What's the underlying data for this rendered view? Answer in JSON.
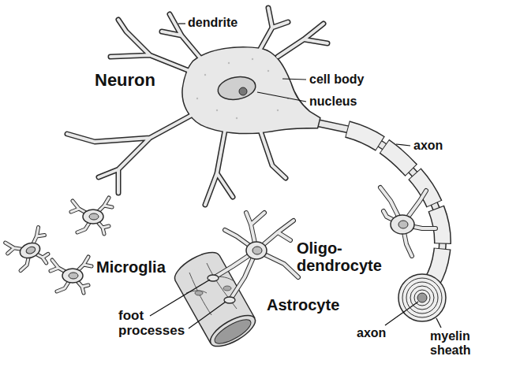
{
  "diagram": {
    "labels": [
      "dendrite",
      "Neuron",
      "cell body",
      "nucleus",
      "axon",
      "Oligo- dendrocyte",
      "Microglia",
      "foot processes",
      "Astrocyte",
      "axon",
      "myelin sheath"
    ]
  }
}
